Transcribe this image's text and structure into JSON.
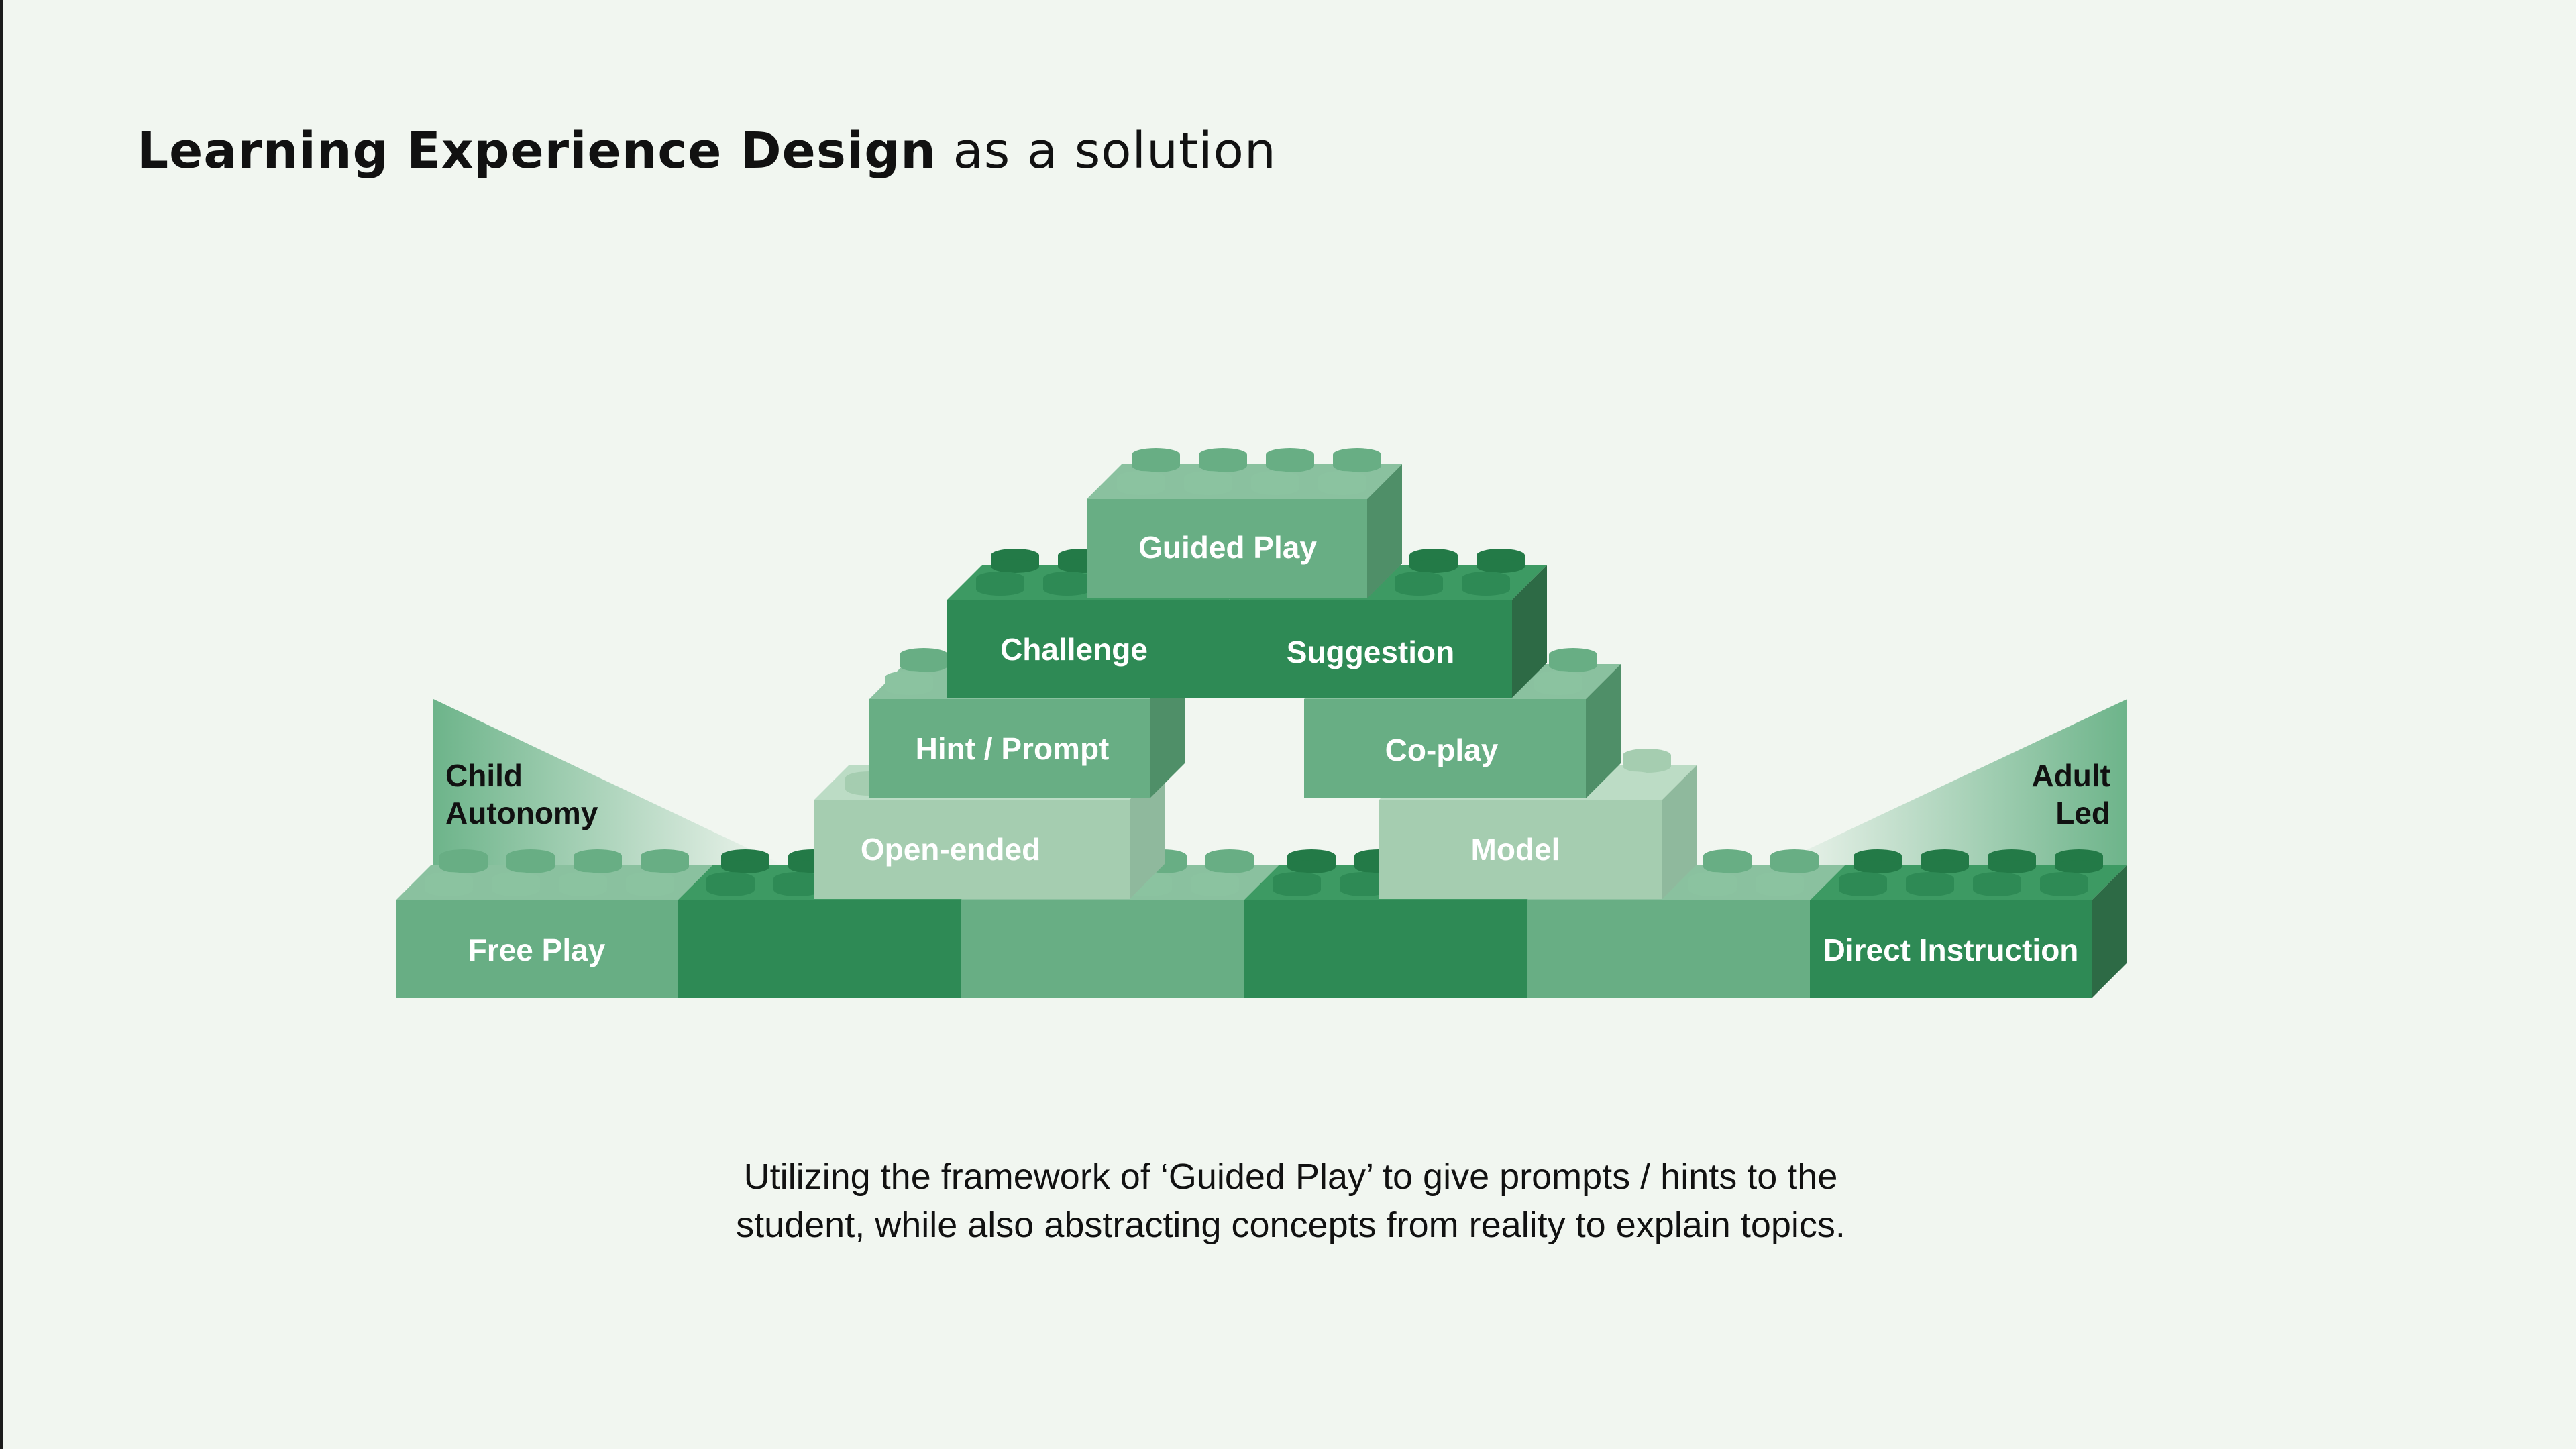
{
  "title": {
    "bold": "Learning Experience Design",
    "light": "as a solution"
  },
  "diagram": {
    "left_gauge_label": [
      "Child",
      "Autonomy"
    ],
    "right_gauge_label": [
      "Adult",
      "Led"
    ],
    "bricks": {
      "free_play": "Free Play",
      "direct_instruction": "Direct Instruction",
      "open_ended": "Open-ended",
      "model": "Model",
      "hint_prompt": "Hint / Prompt",
      "co_play": "Co-play",
      "challenge": "Challenge",
      "suggestion": "Suggestion",
      "guided_play": "Guided Play"
    },
    "colors": {
      "dark": "#2e8a55",
      "medium": "#68ae84",
      "light": "#a5cdb0",
      "background": "#f1f6f0"
    }
  },
  "caption": [
    "Utilizing the framework of ‘Guided Play’ to give prompts / hints to the",
    "student, while also abstracting concepts from reality to explain topics."
  ]
}
